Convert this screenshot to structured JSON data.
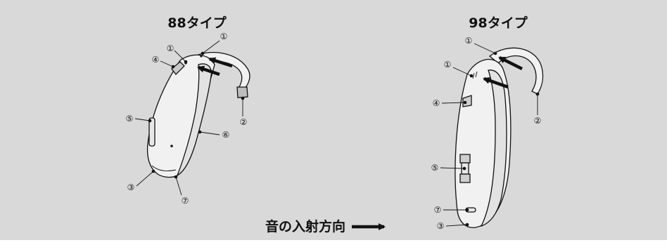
{
  "diagram": {
    "left_title": "88タイプ",
    "right_title": "98タイプ",
    "caption": "音の入射方向"
  },
  "labels_88": {
    "m1a": "①",
    "m1b": "①",
    "m2": "②",
    "m3": "③",
    "m4": "④",
    "m5": "⑤",
    "m6": "⑥",
    "m7": "⑦"
  },
  "labels_98": {
    "m1a": "①",
    "m1b": "①",
    "m2": "②",
    "m3": "③",
    "m4": "④",
    "m5": "⑤",
    "m7": "⑦"
  },
  "colors": {
    "background": "#d9d9d9",
    "device_body": "#f1f1f1",
    "device_face": "#e2e2e2",
    "ink": "#111111"
  }
}
